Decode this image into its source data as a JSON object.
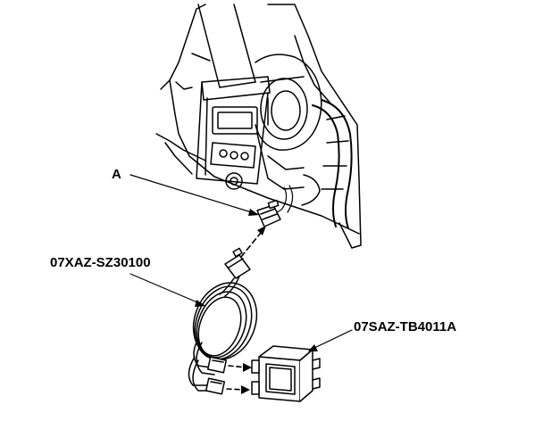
{
  "callouts": {
    "a": "A",
    "harness": "07XAZ-SZ30100",
    "module": "07SAZ-TB4011A"
  },
  "colors": {
    "line": "#000000",
    "background": "#ffffff"
  }
}
